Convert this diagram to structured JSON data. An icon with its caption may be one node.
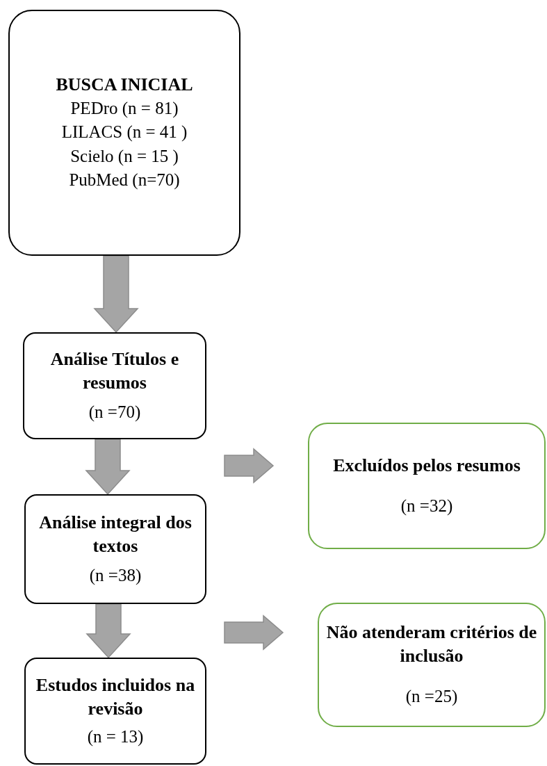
{
  "diagram": {
    "nodes": [
      {
        "text": [
          "BUSCA INICIAL",
          "PEDro (n = 81)",
          "LILACS (n = 41 )",
          "Scielo (n = 15 )",
          "PubMed (n=70)"
        ]
      },
      {
        "text": [
          "Análise Títulos e resumos",
          "(n =70)"
        ]
      },
      {
        "text": [
          "Análise integral dos textos",
          "(n =38)"
        ]
      },
      {
        "text": [
          "Estudos incluidos na revisão",
          "(n = 13)"
        ]
      },
      {
        "text": [
          "Excluídos pelos resumos",
          "(n =32)"
        ]
      },
      {
        "text": [
          "Não atenderam critérios de inclusão",
          "(n =25)"
        ]
      }
    ],
    "edges": [
      {
        "from": 0,
        "to": 1,
        "arrow": "to"
      },
      {
        "from": 1,
        "to": 2,
        "arrow": "to"
      },
      {
        "from": 2,
        "to": 3,
        "arrow": "to"
      },
      {
        "from": 1,
        "to": 4,
        "arrow": "to"
      },
      {
        "from": 2,
        "to": 5,
        "arrow": "to"
      }
    ]
  }
}
